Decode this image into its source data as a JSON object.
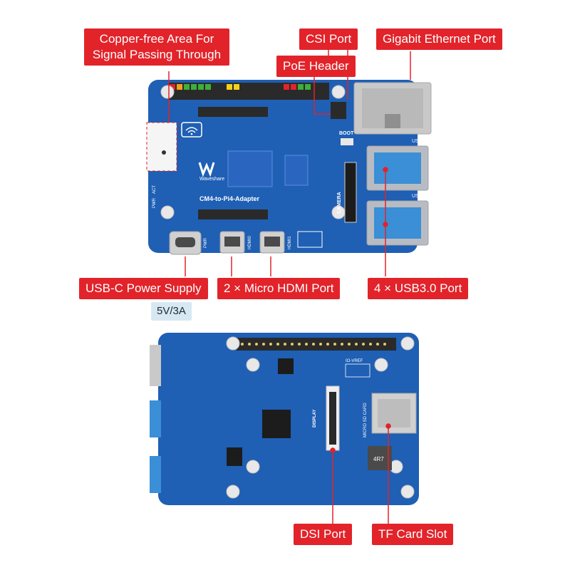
{
  "top_board": {
    "callouts": {
      "copper_free": "Copper-free Area For Signal Passing Through",
      "csi_port": "CSI Port",
      "gigabit_ethernet": "Gigabit Ethernet Port",
      "poe_header": "PoE Header",
      "usb_c_power": "USB-C Power Supply",
      "micro_hdmi": "2 × Micro HDMI Port",
      "usb3": "4 × USB3.0 Port"
    },
    "spec_badge": "5V/3A",
    "silkscreen": {
      "board_name": "CM4-to-Pi4-Adapter",
      "brand": "Waveshare",
      "boot": "BOOT",
      "camera": "CAMERA",
      "pwr": "PWR",
      "hdmi0": "HDMI0",
      "hdmi1": "HDMI1",
      "usb_top": "USB",
      "usb_bottom": "USB",
      "pwr_led": "PWR",
      "act_led": "ACT"
    }
  },
  "bottom_board": {
    "callouts": {
      "dsi_port": "DSI Port",
      "tf_card": "TF Card Slot"
    },
    "silkscreen": {
      "display": "DISPLAY",
      "micro_sd": "MICRO SD CARD",
      "io_vref": "IO-VREF",
      "inductor": "4R7"
    }
  },
  "colors": {
    "callout_red": "#e2232a",
    "pcb_blue": "#1f5fb4",
    "pcb_dark": "#174a8f",
    "spec_bg": "#d8e8f2"
  }
}
